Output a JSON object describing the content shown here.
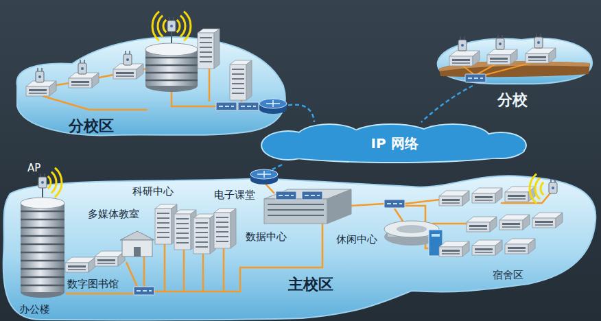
{
  "diagram": {
    "nodes": [
      {
        "text": [
          "分校区"
        ]
      },
      {
        "text": [
          "分校"
        ]
      },
      {
        "text": [
          "IP 网络"
        ]
      },
      {
        "text": [
          "主校区"
        ]
      }
    ],
    "edges": [
      {
        "from": 0,
        "to": 2,
        "arrow": "none"
      },
      {
        "from": 1,
        "to": 2,
        "arrow": "none"
      },
      {
        "from": 2,
        "to": 3,
        "arrow": "none"
      }
    ],
    "labels": [
      "AP",
      "科研中心",
      "电子课堂",
      "多媒体教室",
      "数据中心",
      "休闲中心",
      "宿舍区",
      "数字图书馆",
      "办公楼"
    ]
  }
}
